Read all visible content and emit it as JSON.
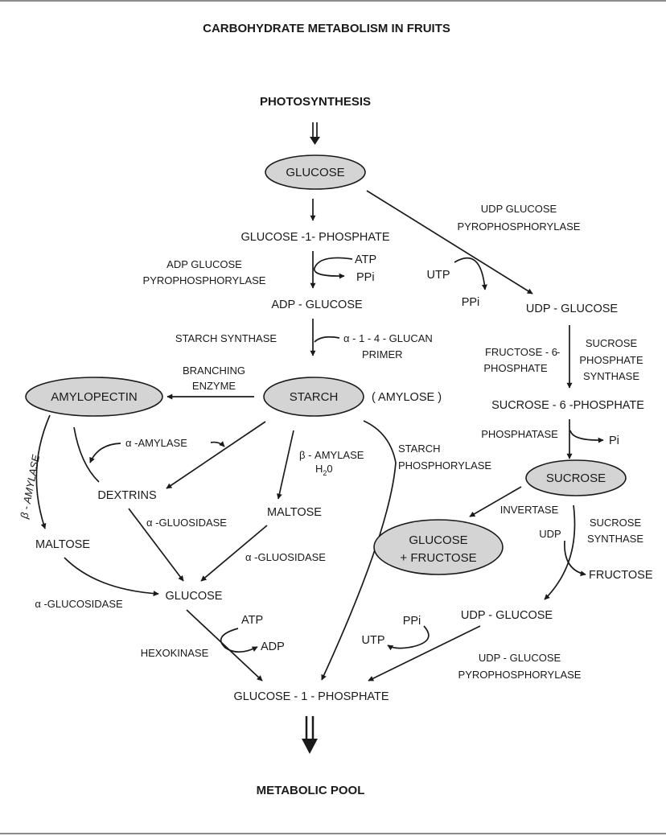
{
  "title": "CARBOHYDRATE METABOLISM IN FRUITS",
  "top_source": "PHOTOSYNTHESIS",
  "bottom_sink": "METABOLIC POOL",
  "nodes": {
    "glucose": "GLUCOSE",
    "starch": "STARCH",
    "amylopectin": "AMYLOPECTIN",
    "sucrose": "SUCROSE",
    "glucose_fructose_1": "GLUCOSE",
    "glucose_fructose_2": "+ FRUCTOSE"
  },
  "labels": {
    "g1p_top": "GLUCOSE -1- PHOSPHATE",
    "adp_glucose": "ADP - GLUCOSE",
    "udp_glucose_right": "UDP - GLUCOSE",
    "sucrose_6_phosphate": "SUCROSE - 6 -PHOSPHATE",
    "amylose": "( AMYLOSE )",
    "dextrins": "DEXTRINS",
    "maltose_left": "MALTOSE",
    "maltose_mid": "MALTOSE",
    "glucose_mid": "GLUCOSE",
    "udp_glucose_lower": "UDP - GLUCOSE",
    "g1p_bottom": "GLUCOSE - 1 - PHOSPHATE",
    "fructose": "FRUCTOSE"
  },
  "enzymes": {
    "udp_gpp_top_1": "UDP GLUCOSE",
    "udp_gpp_top_2": "PYROPHOSPHORYLASE",
    "adp_gpp_1": "ADP GLUCOSE",
    "adp_gpp_2": "PYROPHOSPHORYLASE",
    "starch_synthase": "STARCH SYNTHASE",
    "branching_1": "BRANCHING",
    "branching_2": "ENZYME",
    "alpha_amylase": "α -AMYLASE",
    "beta_amylase_mid": "β - AMYLASE",
    "beta_amylase_left": "β - AMYLASE",
    "starch_phos_1": "STARCH",
    "starch_phos_2": "PHOSPHORYLASE",
    "alpha_gluosidase_1": "α -GLUOSIDASE",
    "alpha_gluosidase_2": "α -GLUOSIDASE",
    "alpha_glucosidase": "α -GLUCOSIDASE",
    "hexokinase": "HEXOKINASE",
    "sps_1": "SUCROSE",
    "sps_2": "PHOSPHATE",
    "sps_3": "SYNTHASE",
    "phosphatase": "PHOSPHATASE",
    "invertase": "INVERTASE",
    "sucrose_synthase_1": "SUCROSE",
    "sucrose_synthase_2": "SYNTHASE",
    "udp_gpp_low_1": "UDP - GLUCOSE",
    "udp_gpp_low_2": "PYROPHOSPHORYLASE"
  },
  "cofactors": {
    "atp_top": "ATP",
    "ppi_top": "PPi",
    "utp_top": "UTP",
    "ppi_top_right": "PPi",
    "glucan_1": "α - 1 - 4 - GLUCAN",
    "glucan_2": "PRIMER",
    "fructose_6p_1": "FRUCTOSE - 6",
    "fructose_6p_2": "-",
    "fructose_6p_3": "PHOSPHATE",
    "pi": "Pi",
    "water_h": "H",
    "water_sub": "2",
    "water_o": "0",
    "udp": "UDP",
    "ppi_low": "PPi",
    "utp_low": "UTP",
    "atp_low": "ATP",
    "adp_low": "ADP"
  }
}
